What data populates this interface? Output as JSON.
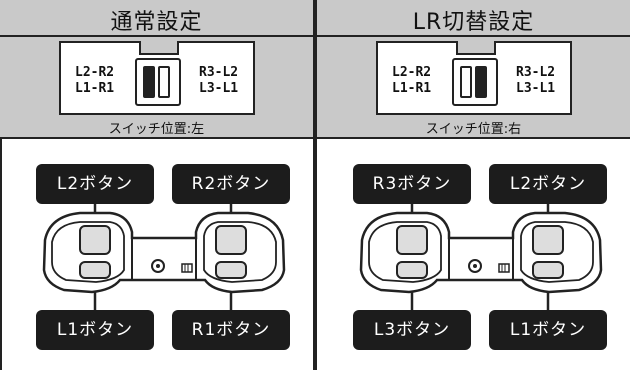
{
  "panels": [
    {
      "title": "通常設定",
      "switch_left_lines": [
        "L2-R2",
        "L1-R1"
      ],
      "switch_right_lines": [
        "R3-L2",
        "L3-L1"
      ],
      "switch_position_label": "スイッチ位置:左",
      "active_knob": "left",
      "buttons": {
        "top_left": "L2ボタン",
        "top_right": "R2ボタン",
        "bottom_left": "L1ボタン",
        "bottom_right": "R1ボタン"
      }
    },
    {
      "title": "LR切替設定",
      "switch_left_lines": [
        "L2-R2",
        "L1-R1"
      ],
      "switch_right_lines": [
        "R3-L2",
        "L3-L1"
      ],
      "switch_position_label": "スイッチ位置:右",
      "active_knob": "right",
      "buttons": {
        "top_left": "R3ボタン",
        "top_right": "L2ボタン",
        "bottom_left": "L3ボタン",
        "bottom_right": "L1ボタン"
      }
    }
  ],
  "colors": {
    "header_bg": "#c9c9c9",
    "label_bg": "#1c1c1c",
    "line": "#222222"
  }
}
